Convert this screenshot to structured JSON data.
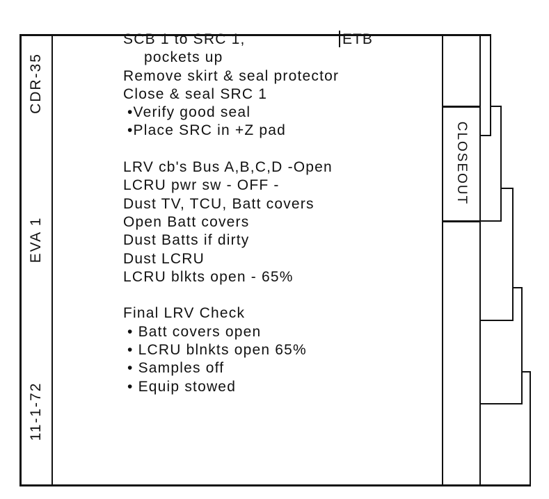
{
  "side_labels": {
    "top": "CDR-35",
    "middle": "EVA 1",
    "bottom": "11-1-72"
  },
  "etb_note": "ETB",
  "lines": [
    {
      "text": "SCB 1 to SRC 1,",
      "style": "normal"
    },
    {
      "text": "pockets up",
      "style": "indent"
    },
    {
      "text": "Remove skirt & seal protector",
      "style": "normal"
    },
    {
      "text": "Close & seal SRC 1",
      "style": "normal"
    },
    {
      "text": "•Verify good seal",
      "style": "bullet"
    },
    {
      "text": "•Place SRC in +Z pad",
      "style": "bullet"
    },
    {
      "text": "",
      "style": "blank"
    },
    {
      "text": "LRV cb's Bus A,B,C,D -Open",
      "style": "normal"
    },
    {
      "text": "LCRU pwr sw - OFF -",
      "style": "normal"
    },
    {
      "text": "Dust TV, TCU, Batt covers",
      "style": "normal"
    },
    {
      "text": "Open Batt covers",
      "style": "normal"
    },
    {
      "text": "Dust Batts if dirty",
      "style": "normal"
    },
    {
      "text": "Dust LCRU",
      "style": "normal"
    },
    {
      "text": "LCRU blkts open - 65%",
      "style": "normal"
    },
    {
      "text": "",
      "style": "blank"
    },
    {
      "text": "Final LRV Check",
      "style": "normal"
    },
    {
      "text": "• Batt covers open",
      "style": "bullet"
    },
    {
      "text": "• LCRU blnkts open 65%",
      "style": "bullet"
    },
    {
      "text": "• Samples off",
      "style": "bullet"
    },
    {
      "text": "• Equip stowed",
      "style": "bullet"
    }
  ],
  "tab_label": "CLOSEOUT"
}
